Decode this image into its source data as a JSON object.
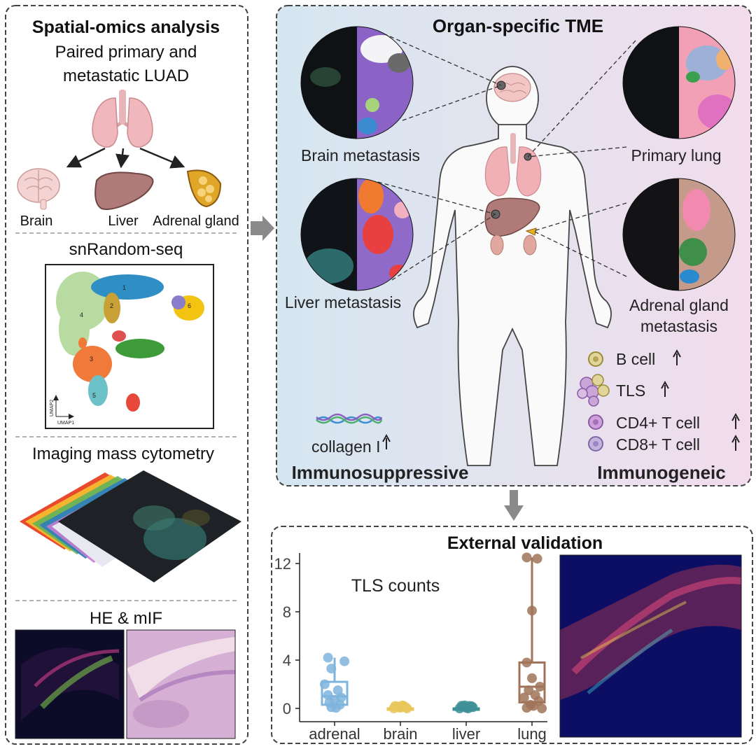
{
  "left_panel": {
    "title": "Spatial-omics analysis",
    "subtitle_line1": "Paired primary and",
    "subtitle_line2": "metastatic LUAD",
    "organs": [
      "Brain",
      "Liver",
      "Adrenal gland"
    ],
    "snrandom_title": "snRandom-seq",
    "umap_clusters": [
      "1",
      "2",
      "3",
      "4",
      "5",
      "6"
    ],
    "umap_axis_x": "UMAP1",
    "umap_axis_y": "UMAP2",
    "imc_title": "Imaging mass cytometry",
    "he_title": "HE & mIF"
  },
  "tme_panel": {
    "title": "Organ-specific TME",
    "sites": {
      "brain": "Brain metastasis",
      "primary": "Primary lung",
      "liver": "Liver metastasis",
      "adrenal_line1": "Adrenal gland",
      "adrenal_line2": "metastasis"
    },
    "immunosuppressive": {
      "marker": "collagen I",
      "label": "Immunosuppressive"
    },
    "immunogeneic": {
      "label": "Immunogeneic",
      "markers": [
        "B cell",
        "TLS",
        "CD4+ T cell",
        "CD8+ T cell"
      ]
    },
    "colors": {
      "bg_left": "#d6e7f0",
      "bg_right": "#f1dcec"
    }
  },
  "validation_panel": {
    "title": "External validation"
  },
  "chart_data": {
    "type": "box",
    "title": "TLS counts",
    "xlabel": "",
    "ylabel": "",
    "categories": [
      "adrenal",
      "brain",
      "liver",
      "lung"
    ],
    "ylim": [
      0,
      13
    ],
    "yticks": [
      0,
      4,
      8,
      12
    ],
    "colors": [
      "#7fb4dc",
      "#e9c75a",
      "#3d9196",
      "#a07459"
    ],
    "boxes": [
      {
        "name": "adrenal",
        "min": 0,
        "q1": 0.3,
        "median": 1,
        "q3": 2.2,
        "max": 4.2
      },
      {
        "name": "brain",
        "min": 0,
        "q1": 0,
        "median": 0,
        "q3": 0,
        "max": 0.3
      },
      {
        "name": "liver",
        "min": 0,
        "q1": 0,
        "median": 0,
        "q3": 0,
        "max": 0.3
      },
      {
        "name": "lung",
        "min": 0,
        "q1": 0.5,
        "median": 1.8,
        "q3": 3.8,
        "max": 12.5
      }
    ],
    "points": [
      [
        0.9,
        4.2
      ],
      [
        1.15,
        3.9
      ],
      [
        0.95,
        3.3
      ],
      [
        0.85,
        2.0
      ],
      [
        1.05,
        1.5
      ],
      [
        0.9,
        1.1
      ],
      [
        1.1,
        0.9
      ],
      [
        1.0,
        0.7
      ],
      [
        0.92,
        0.5
      ],
      [
        1.08,
        0.3
      ],
      [
        0.95,
        0.1
      ],
      [
        1.02,
        0.05
      ],
      [
        1.9,
        0.0
      ],
      [
        1.95,
        0.15
      ],
      [
        2.0,
        0.05
      ],
      [
        2.05,
        0.2
      ],
      [
        2.1,
        0.0
      ],
      [
        1.97,
        0.1
      ],
      [
        2.03,
        0.25
      ],
      [
        2.08,
        0.1
      ],
      [
        1.92,
        0.2
      ],
      [
        2.9,
        0.0
      ],
      [
        2.95,
        0.15
      ],
      [
        3.0,
        0.05
      ],
      [
        3.05,
        0.2
      ],
      [
        3.1,
        0.1
      ],
      [
        2.98,
        0.25
      ],
      [
        3.03,
        0.0
      ],
      [
        3.08,
        0.18
      ],
      [
        2.93,
        0.22
      ],
      [
        3.92,
        12.5
      ],
      [
        4.08,
        12.4
      ],
      [
        4.0,
        8.1
      ],
      [
        3.92,
        3.8
      ],
      [
        4.0,
        2.5
      ],
      [
        4.12,
        1.8
      ],
      [
        3.95,
        1.5
      ],
      [
        4.05,
        1.1
      ],
      [
        3.88,
        0.9
      ],
      [
        4.1,
        0.6
      ],
      [
        3.98,
        0.3
      ],
      [
        4.15,
        0.0
      ],
      [
        3.92,
        0.05
      ],
      [
        4.02,
        0.2
      ]
    ]
  }
}
